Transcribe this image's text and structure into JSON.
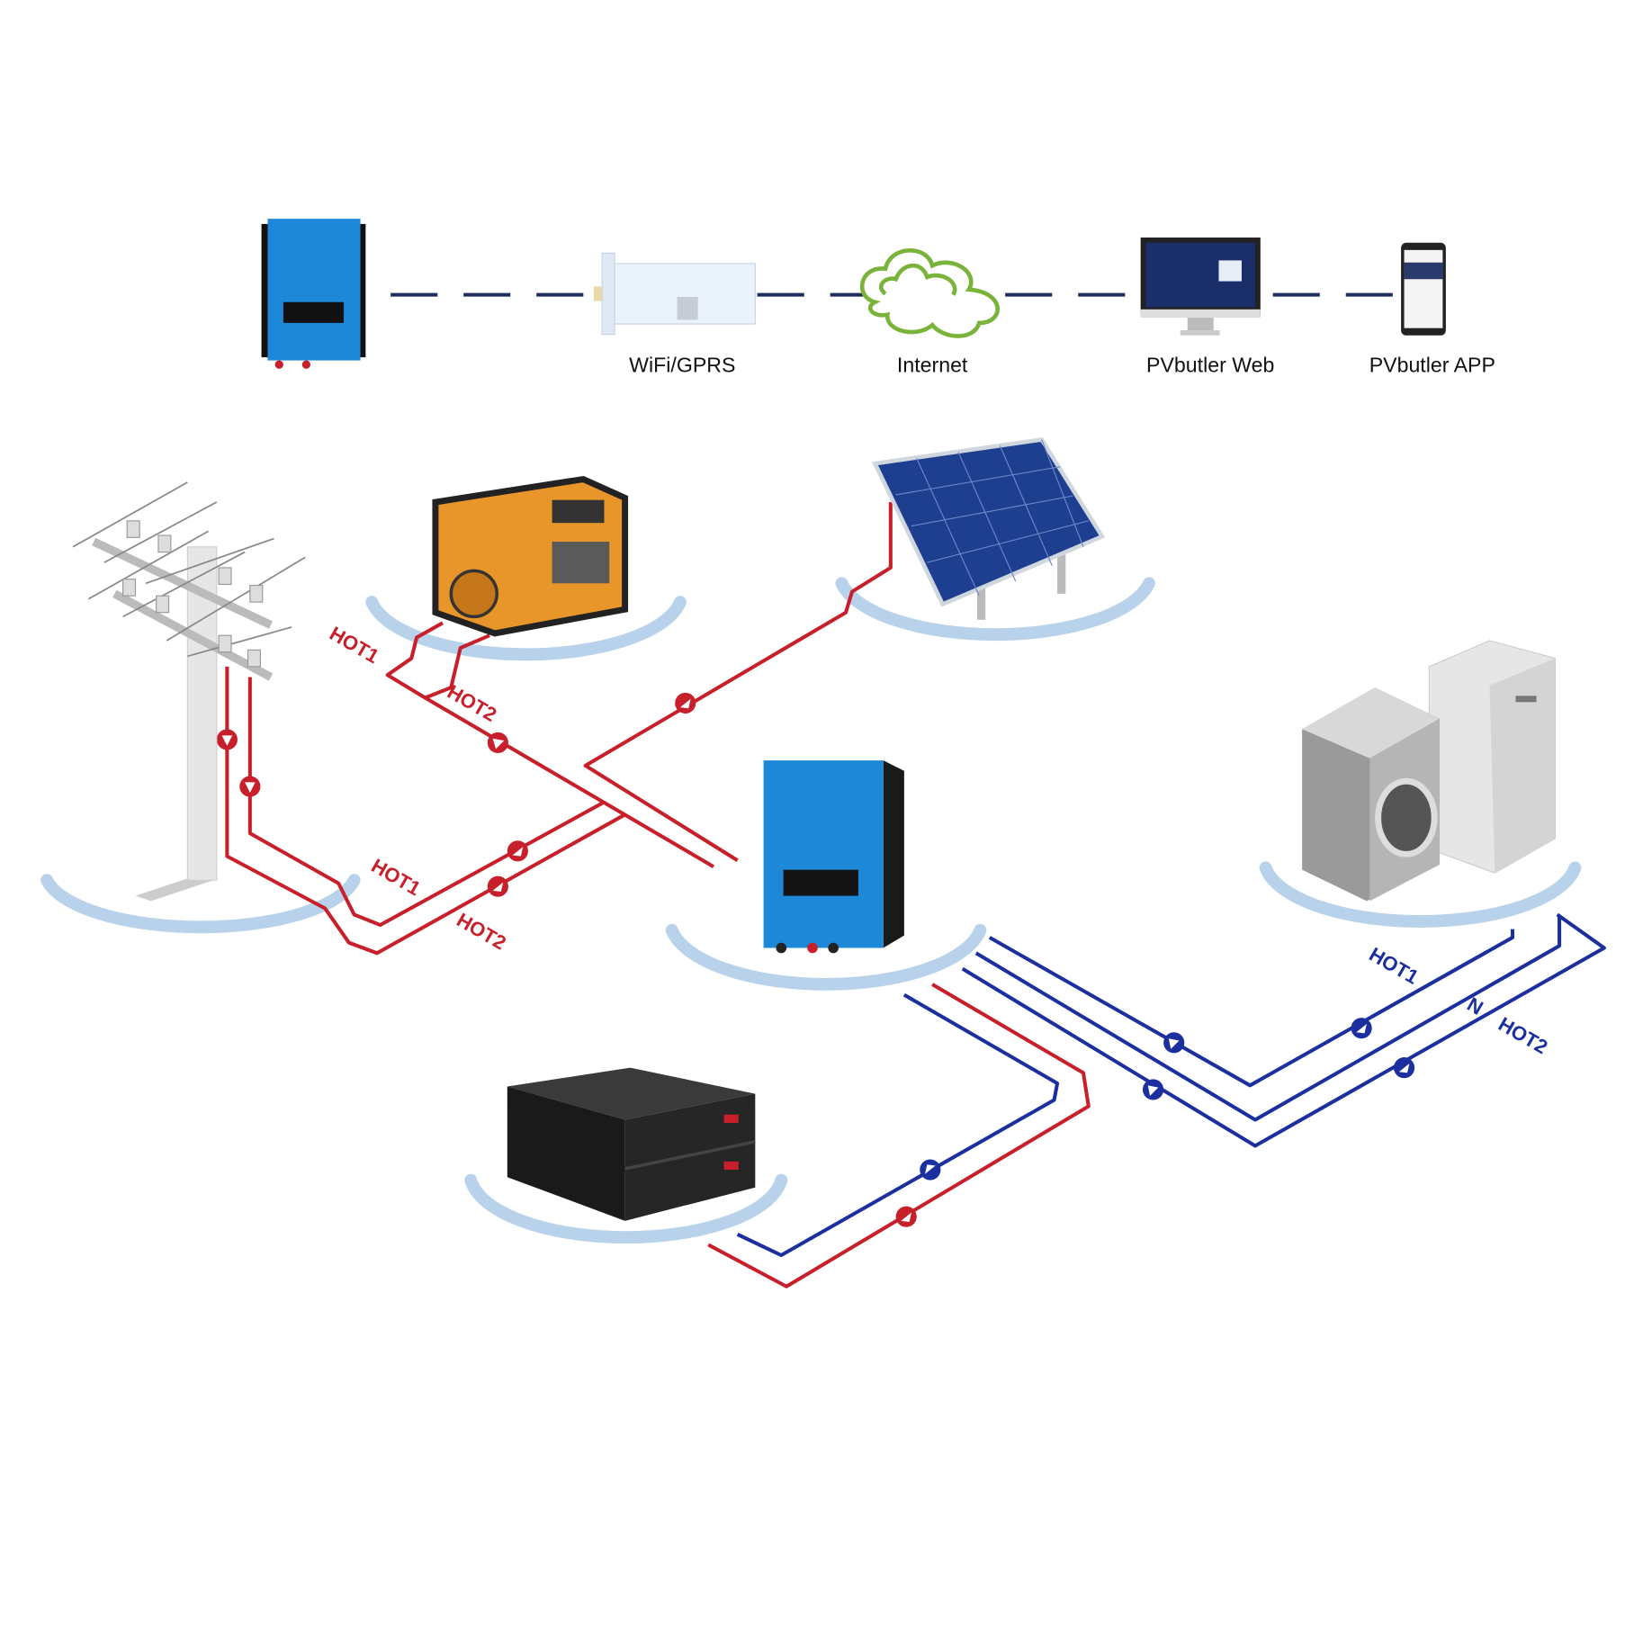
{
  "comm_chain": {
    "labels": {
      "wifi": "WiFi/GPRS",
      "internet": "Internet",
      "web": "PVbutler Web",
      "app": "PVbutler APP"
    },
    "icons": [
      "inverter-icon",
      "wifi-module-icon",
      "cloud-icon",
      "monitor-icon",
      "smartphone-icon"
    ]
  },
  "wiring": {
    "grid": {
      "hot1": "HOT1",
      "hot2": "HOT2"
    },
    "generator": {
      "hot1": "HOT1",
      "hot2": "HOT2"
    },
    "load": {
      "hot1": "HOT1",
      "n": "N",
      "hot2": "HOT2"
    }
  },
  "colors": {
    "ac_red": "#c8202a",
    "load_blue": "#1c2f9e",
    "inverter_blue": "#1e88d8",
    "platform": "#b7d2ea",
    "cloud_green": "#7ab33a",
    "dash": "#1f2d5c"
  }
}
